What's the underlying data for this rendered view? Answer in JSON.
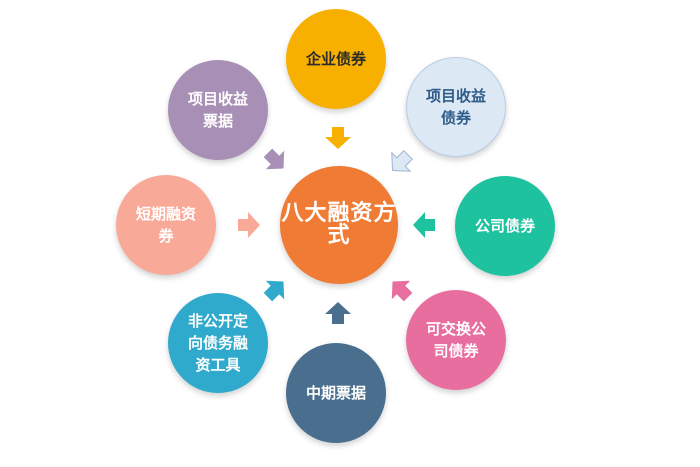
{
  "center": {
    "label": "八大融资方式",
    "color": "#ef7b34",
    "text_color": "#ffffff"
  },
  "nodes": [
    {
      "id": "enterprise-bond",
      "label": "企业债券",
      "color": "#f7b000",
      "text_color": "#2b2b2b"
    },
    {
      "id": "project-revenue-bond",
      "label": "项目收益债券",
      "color": "#dde8f5",
      "text_color": "#2e5c88",
      "border": "#b9cde4"
    },
    {
      "id": "corporate-bond",
      "label": "公司债券",
      "color": "#1ec29f",
      "text_color": "#ffffff"
    },
    {
      "id": "exchangeable-bond",
      "label": "可交换公司债券",
      "color": "#e86e9f",
      "text_color": "#ffffff"
    },
    {
      "id": "medium-term-note",
      "label": "中期票据",
      "color": "#4a6e8e",
      "text_color": "#ffffff"
    },
    {
      "id": "ppn",
      "label": "非公开定向债务融资工具",
      "color": "#2fa9cc",
      "text_color": "#ffffff"
    },
    {
      "id": "short-term-note",
      "label": "短期融资券",
      "color": "#f9a997",
      "text_color": "#ffffff"
    },
    {
      "id": "project-revenue-note",
      "label": "项目收益票据",
      "color": "#a88fb5",
      "text_color": "#ffffff"
    }
  ],
  "arrows": [
    {
      "id": "enterprise-bond",
      "color": "#f7b000"
    },
    {
      "id": "project-revenue-bond",
      "color": "#dde8f5",
      "border": "#9db6d2"
    },
    {
      "id": "corporate-bond",
      "color": "#1ec29f"
    },
    {
      "id": "exchangeable-bond",
      "color": "#e86e9f"
    },
    {
      "id": "medium-term-note",
      "color": "#4a6e8e"
    },
    {
      "id": "ppn",
      "color": "#2fa9cc"
    },
    {
      "id": "short-term-note",
      "color": "#f9a997"
    },
    {
      "id": "project-revenue-note",
      "color": "#a88fb5"
    }
  ]
}
